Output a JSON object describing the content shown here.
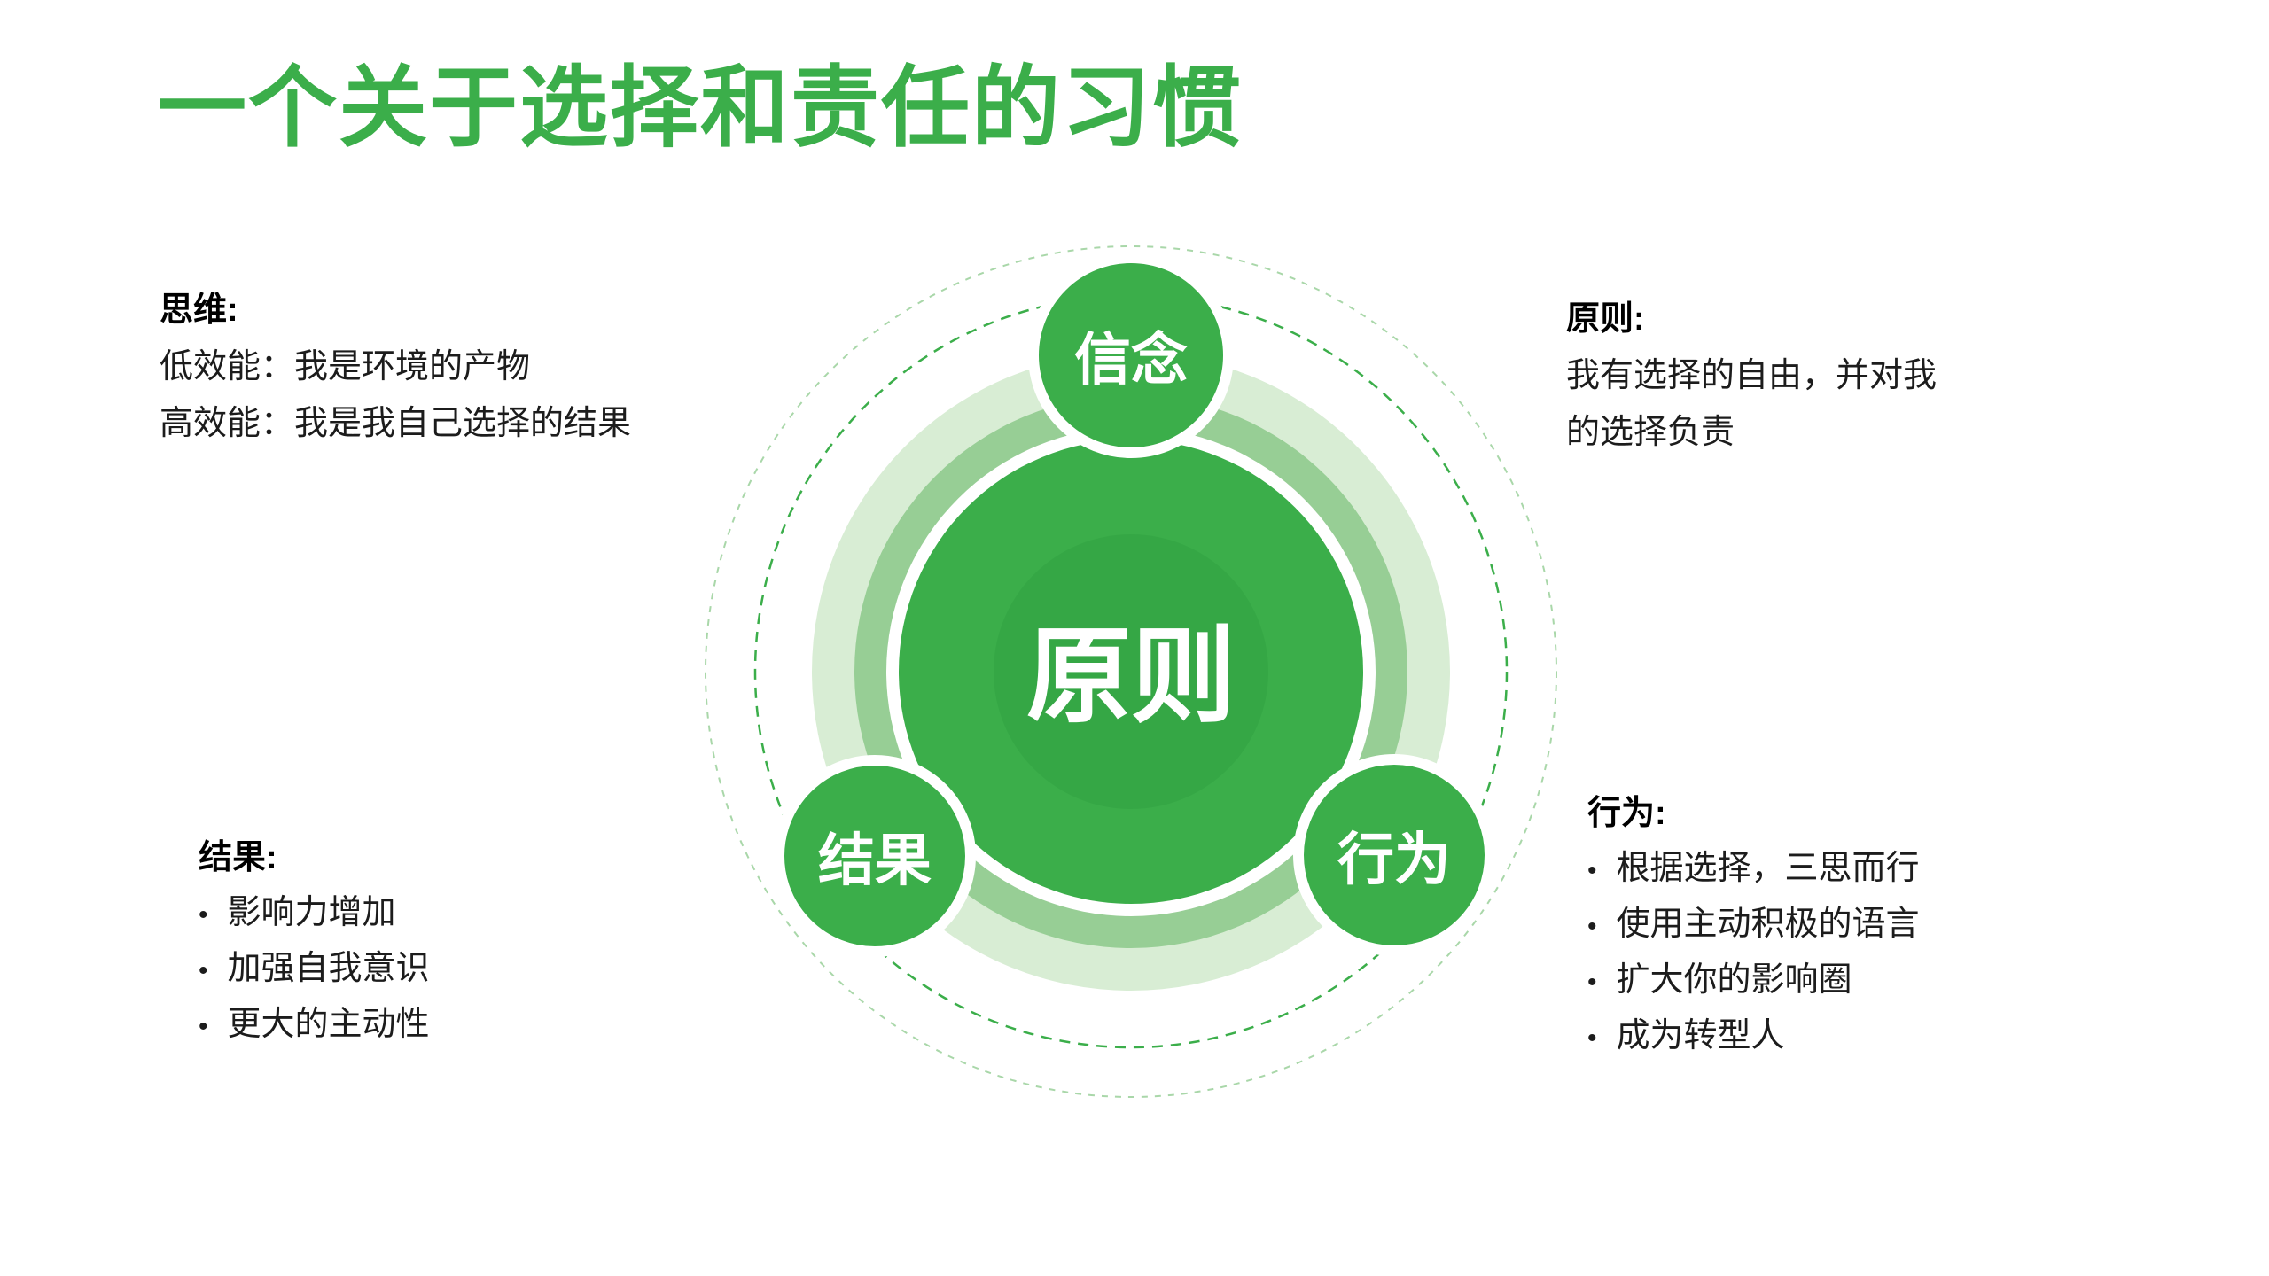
{
  "title": "一个关于选择和责任的习惯",
  "ui": {
    "bullet": "•"
  },
  "colors": {
    "accent_green": "#3BAE4A",
    "ring_medium_green": "#97CE95",
    "ring_light_green": "#D8EDD4",
    "inner_disc_green": "#2F9F40",
    "dashed_outer_ring": "#A9D7A9",
    "dashed_inner_ring": "#3BAE4A",
    "white": "#FFFFFF"
  },
  "diagram": {
    "center_label": "原则",
    "top_node_label": "信念",
    "left_node_label": "结果",
    "right_node_label": "行为"
  },
  "blocks": {
    "mindset": {
      "heading": "思维:",
      "lines": [
        "低效能：我是环境的产物",
        "高效能：我是我自己选择的结果"
      ]
    },
    "principle": {
      "heading": "原则:",
      "lines": [
        "我有选择的自由，并对我",
        "的选择负责"
      ]
    },
    "results": {
      "heading": "结果:",
      "items": [
        "影响力增加",
        "加强自我意识",
        "更大的主动性"
      ]
    },
    "behavior": {
      "heading": "行为:",
      "items": [
        "根据选择，三思而行",
        "使用主动积极的语言",
        "扩大你的影响圈",
        "成为转型人"
      ]
    }
  }
}
